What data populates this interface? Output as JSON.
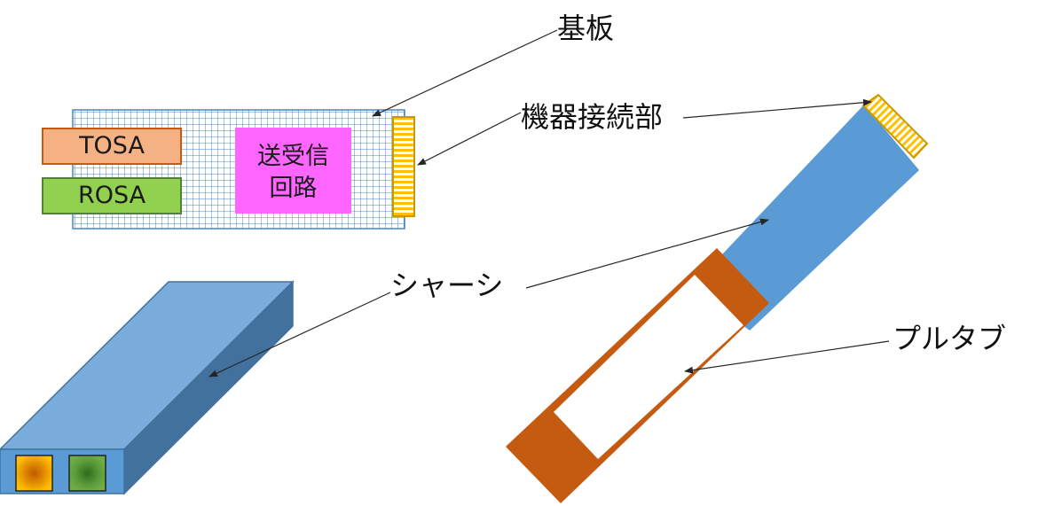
{
  "labels": {
    "substrate": "基板",
    "connector": "機器接続部",
    "chassis": "シャーシ",
    "pull_tab": "プルタブ"
  },
  "components": {
    "tosa": "TOSA",
    "rosa": "ROSA",
    "circuit_line1": "送受信",
    "circuit_line2": "回路"
  },
  "colors": {
    "grid_line": "#4a86c5",
    "tosa_fill": "#f4b183",
    "tosa_border": "#c55a11",
    "rosa_fill": "#92d050",
    "rosa_border": "#548235",
    "circuit_fill": "#ff66ff",
    "connector_stripe": "#ffc000",
    "chassis_top": "#7aacdc",
    "chassis_side": "#41719c",
    "chassis_front": "#5b9bd5",
    "chassis_blue": "#5b9bd5",
    "pull_tab": "#c55a11",
    "arrow": "#262626"
  }
}
